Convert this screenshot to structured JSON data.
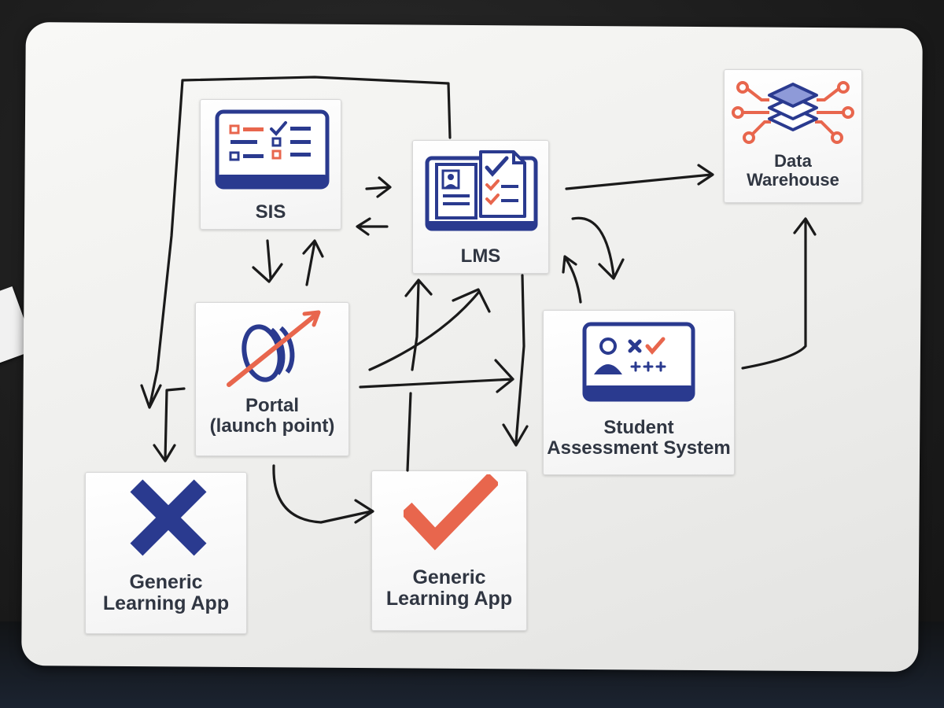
{
  "nodes": {
    "sis": {
      "label": "SIS"
    },
    "lms": {
      "label": "LMS"
    },
    "data_warehouse": {
      "label_line1": "Data",
      "label_line2": "Warehouse"
    },
    "portal": {
      "label_line1": "Portal",
      "label_line2": "(launch point)"
    },
    "student_assessment": {
      "label_line1": "Student",
      "label_line2": "Assessment System"
    },
    "generic_app_x": {
      "label_line1": "Generic",
      "label_line2": "Learning App"
    },
    "generic_app_check": {
      "label_line1": "Generic",
      "label_line2": "Learning App"
    }
  },
  "edges": [
    {
      "from": "SIS",
      "to": "LMS"
    },
    {
      "from": "LMS",
      "to": "SIS"
    },
    {
      "from": "SIS",
      "to": "Portal (launch point)"
    },
    {
      "from": "Portal (launch point)",
      "to": "SIS"
    },
    {
      "from": "LMS",
      "to": "Generic Learning App (X)"
    },
    {
      "from": "Portal (launch point)",
      "to": "Generic Learning App (X)"
    },
    {
      "from": "Portal (launch point)",
      "to": "Generic Learning App (check)"
    },
    {
      "from": "Portal (launch point)",
      "to": "LMS"
    },
    {
      "from": "Portal (launch point)",
      "to": "Student Assessment System"
    },
    {
      "from": "Generic Learning App (check)",
      "to": "LMS"
    },
    {
      "from": "LMS",
      "to": "Data Warehouse"
    },
    {
      "from": "LMS",
      "to": "Student Assessment System"
    },
    {
      "from": "Student Assessment System",
      "to": "LMS"
    },
    {
      "from": "LMS",
      "to": "Generic Learning App (check)"
    },
    {
      "from": "Student Assessment System",
      "to": "Data Warehouse"
    }
  ],
  "icons": {
    "sis": "sis-dashboard-icon",
    "lms": "lms-book-checklist-icon",
    "data_warehouse": "data-layers-network-icon",
    "portal": "portal-ring-arrow-icon",
    "student_assessment": "assessment-screen-icon",
    "generic_app_x": "x-mark-icon",
    "generic_app_check": "check-mark-icon"
  },
  "colors": {
    "icon_navy": "#2a3a8f",
    "icon_orange": "#e8664d",
    "label_text": "#303642",
    "marker": "#1a1a1a",
    "board": "#f4f4f2"
  }
}
